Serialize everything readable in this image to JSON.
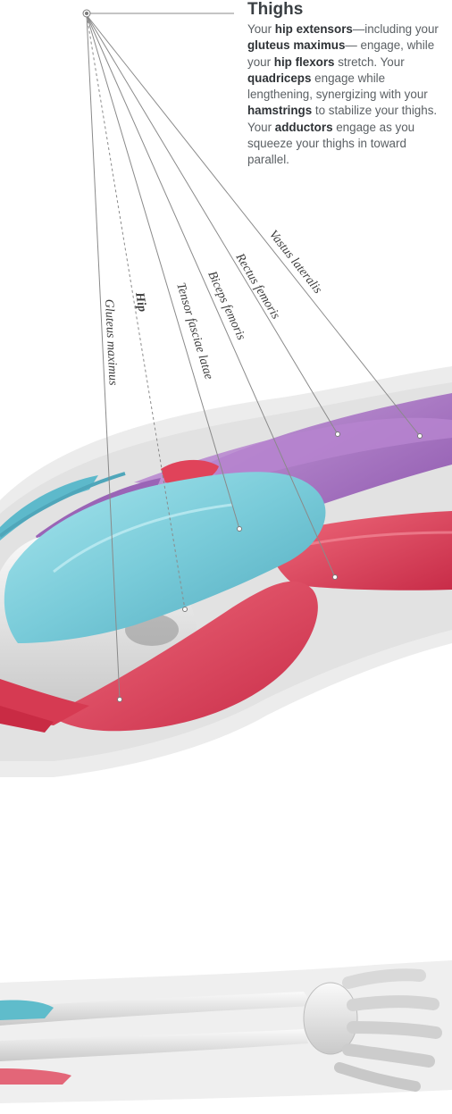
{
  "heading": "Thighs",
  "description": {
    "segments": [
      {
        "text": "Your ",
        "bold": false
      },
      {
        "text": "hip extensors",
        "bold": true
      },
      {
        "text": "—including your ",
        "bold": false
      },
      {
        "text": "gluteus maximus",
        "bold": true
      },
      {
        "text": "— engage, while your ",
        "bold": false
      },
      {
        "text": "hip flexors",
        "bold": true
      },
      {
        "text": " stretch. Your ",
        "bold": false
      },
      {
        "text": "quadriceps",
        "bold": true
      },
      {
        "text": " engage while lengthening, synergizing with your ",
        "bold": false
      },
      {
        "text": "hamstrings",
        "bold": true
      },
      {
        "text": " to stabilize your thighs. Your ",
        "bold": false
      },
      {
        "text": "adductors",
        "bold": true
      },
      {
        "text": " engage as you squeeze your thighs in toward parallel.",
        "bold": false
      }
    ]
  },
  "labels": {
    "vastus_lateralis": "Vastus lateralis",
    "rectus_femoris": "Rectus femoris",
    "biceps_femoris": "Biceps femoris",
    "tensor_fasciae_latae": "Tensor fasciae latae",
    "hip": "Hip",
    "gluteus_maximus": "Gluteus maximus"
  },
  "colors": {
    "quadriceps_purple": "#a66fc2",
    "tfl_blue": "#7ccfdc",
    "hamstring_red": "#e0435a",
    "bone_white": "#eeeeee",
    "leader_line": "#8a8a8a"
  }
}
